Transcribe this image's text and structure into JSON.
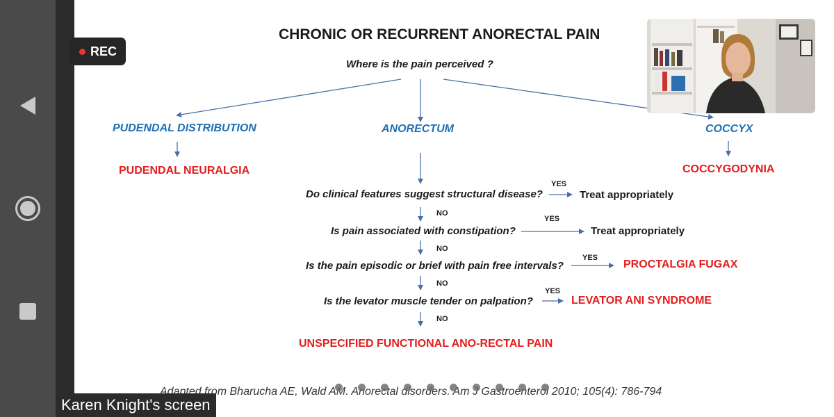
{
  "recording": {
    "label": "REC"
  },
  "slide": {
    "title": "CHRONIC OR RECURRENT ANORECTAL PAIN",
    "question_top": "Where is the pain perceived ?",
    "branches": {
      "pudendal": {
        "heading": "PUDENDAL DISTRIBUTION",
        "diagnosis": "PUDENDAL NEURALGIA"
      },
      "anorectum": {
        "heading": "ANORECTUM"
      },
      "coccyx": {
        "heading": "COCCYX",
        "diagnosis": "COCCYGODYNIA"
      }
    },
    "steps": [
      {
        "question": "Do clinical features suggest structural disease?",
        "yes": "YES",
        "result": "Treat appropriately",
        "no": "NO"
      },
      {
        "question": "Is pain associated with constipation?",
        "yes": "YES",
        "result": "Treat appropriately",
        "no": "NO"
      },
      {
        "question": "Is the pain episodic or brief with pain free intervals?",
        "yes": "YES",
        "result": "PROCTALGIA FUGAX",
        "no": "NO"
      },
      {
        "question": "Is the levator muscle tender on palpation?",
        "yes": "YES",
        "result": "LEVATOR ANI SYNDROME",
        "no": "NO"
      }
    ],
    "final": "UNSPECIFIED FUNCTIONAL ANO-RECTAL PAIN",
    "reference": "Adapted from  Bharucha AE, Wald AM. Anorectal disorders. Am J Gastroenterol 2010; 105(4): 786-794"
  },
  "share": {
    "label": "Karen Knight's screen"
  },
  "colors": {
    "blue": "#1f6fb4",
    "red": "#e31d1d",
    "arrow": "#4a6fa5"
  },
  "icons": {
    "back": "back-triangle-icon",
    "home": "home-circle-icon",
    "recent": "recent-square-icon"
  }
}
